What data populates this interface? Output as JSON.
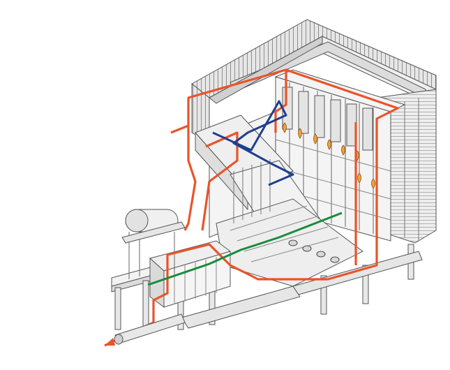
{
  "figure": {
    "background": "#ffffff",
    "colors": {
      "structure_stroke": "#555555",
      "structure_fill": "#f2f2f2",
      "structure_shade": "#d9d9d9",
      "roof_hatch": "#777777",
      "orange_line": "#e8542a",
      "blue_line": "#1f3f8f",
      "green_line": "#1a8a3c",
      "burner_flame": "#f2a33a"
    },
    "icons": [
      "boiler-structure",
      "steam-drum-cylinder",
      "burner-flame-icon",
      "outlet-arrow-icon"
    ],
    "flow_lines": [
      "orange",
      "blue",
      "green"
    ],
    "burner_count": 8
  }
}
